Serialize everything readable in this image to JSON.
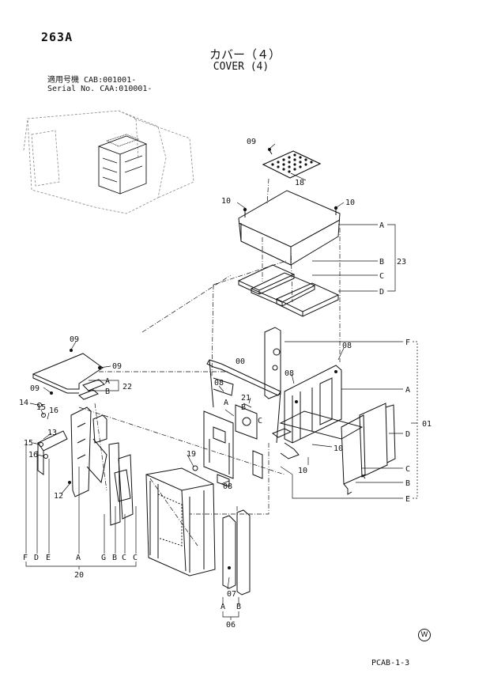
{
  "page": {
    "number": "263A",
    "title_jp": "カバー（４）",
    "title_en": "COVER (4)",
    "serial_line1": "適用号機  CAB:001001-",
    "serial_line2": "Serial No. CAA:010001-",
    "footer_code": "PCAB-1-3",
    "w_mark": "W"
  },
  "callouts": {
    "c09_top": "09",
    "c18": "18",
    "c10_left": "10",
    "c10_right": "10",
    "A": "A",
    "B": "B",
    "C": "C",
    "D": "D",
    "c23": "23",
    "F": "F",
    "c08_top": "08",
    "c01": "01",
    "A2": "A",
    "D2": "D",
    "C2": "C",
    "B2": "B",
    "E2": "E",
    "c00": "00",
    "c08_mid": "08",
    "c21": "21",
    "c21A": "A",
    "c21B": "B",
    "c21C": "C",
    "c08_rc": "08",
    "c10_lower": "10",
    "c10_bottom": "10",
    "c19": "19",
    "c08_low": "08",
    "c07": "07",
    "c06A": "A",
    "c06B": "B",
    "c06": "06",
    "c09_left": "09",
    "c09_mid": "09",
    "c09_low": "09",
    "c22A": "A",
    "c22B": "B",
    "c22": "22",
    "c14": "14",
    "c15a": "15",
    "c16a": "16",
    "c13": "13",
    "c15b": "15",
    "c16b": "16",
    "c12": "12",
    "row_F": "F",
    "row_D": "D",
    "row_E": "E",
    "row_A": "A",
    "row_G": "G",
    "row_B": "B",
    "row_C1": "C",
    "row_C2": "C",
    "c20": "20"
  }
}
